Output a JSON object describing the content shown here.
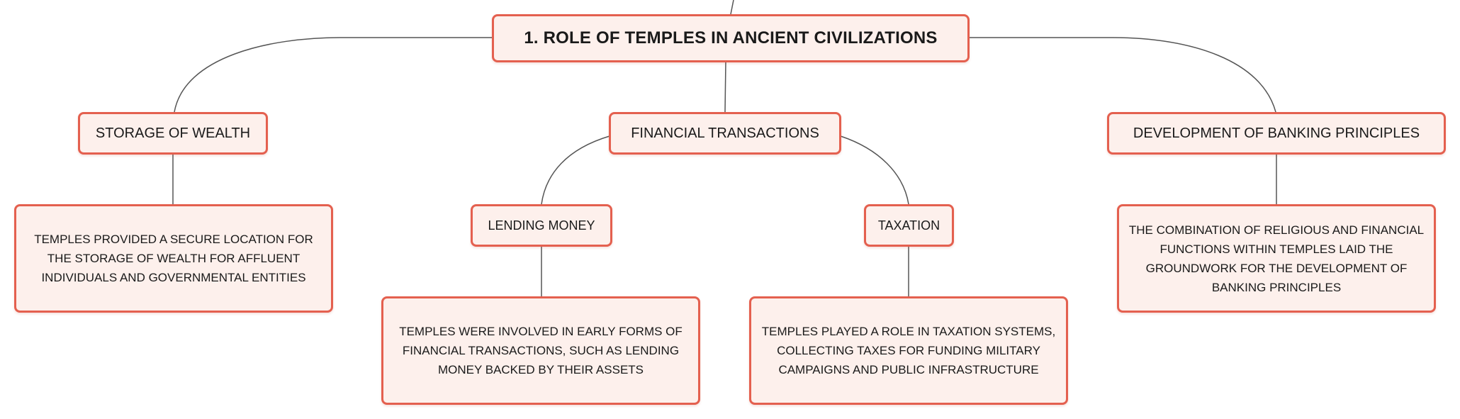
{
  "diagram": {
    "root": "1. ROLE OF TEMPLES IN ANCIENT CIVILIZATIONS",
    "branches": [
      {
        "label": "STORAGE OF WEALTH",
        "detail": "TEMPLES PROVIDED A SECURE LOCATION FOR THE STORAGE OF WEALTH FOR AFFLUENT INDIVIDUALS AND GOVERNMENTAL ENTITIES"
      },
      {
        "label": "FINANCIAL TRANSACTIONS",
        "children": [
          {
            "label": "LENDING MONEY",
            "detail": "TEMPLES WERE INVOLVED IN EARLY FORMS OF FINANCIAL TRANSACTIONS, SUCH AS LENDING MONEY BACKED BY THEIR ASSETS"
          },
          {
            "label": "TAXATION",
            "detail": "TEMPLES PLAYED A ROLE IN TAXATION SYSTEMS, COLLECTING TAXES FOR FUNDING MILITARY CAMPAIGNS AND PUBLIC INFRASTRUCTURE"
          }
        ]
      },
      {
        "label": "DEVELOPMENT OF BANKING PRINCIPLES",
        "detail": "THE COMBINATION OF RELIGIOUS AND FINANCIAL FUNCTIONS WITHIN TEMPLES LAID THE GROUNDWORK FOR THE DEVELOPMENT OF BANKING PRINCIPLES"
      }
    ],
    "colors": {
      "node_border": "#e4604f",
      "node_fill": "#fdf0ec",
      "connector": "#555555",
      "text": "#1a1a1a"
    }
  }
}
